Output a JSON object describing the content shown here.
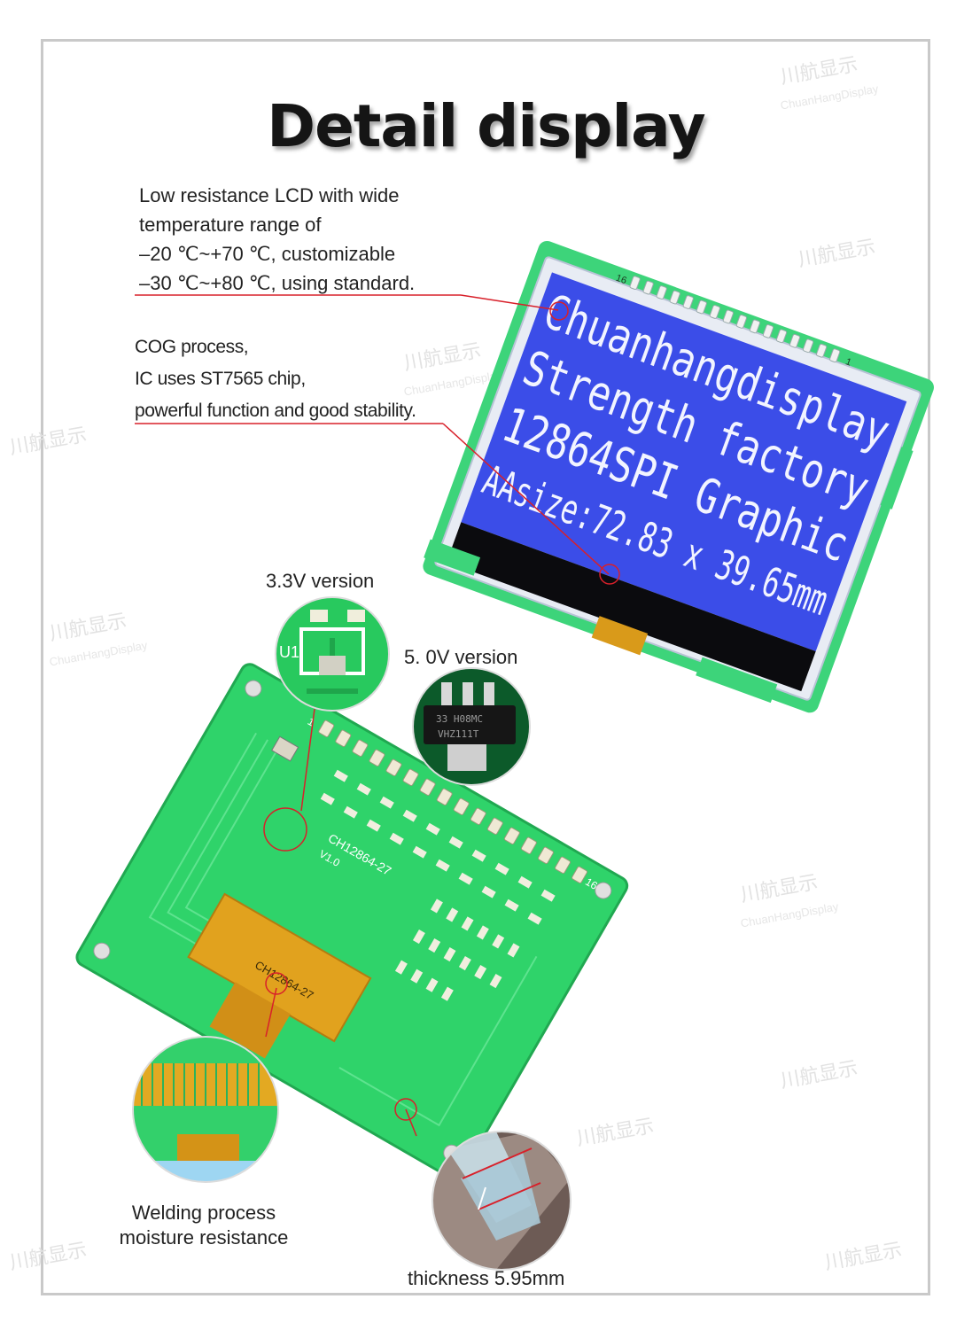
{
  "title": "Detail display",
  "callouts": {
    "lcd": {
      "lines": [
        "Low resistance LCD with wide",
        "temperature range of",
        "–20 ℃~+70 ℃, customizable",
        "–30 ℃~+80 ℃, using standard."
      ]
    },
    "cog": {
      "lines": [
        "COG process,",
        "IC uses ST7565 chip,",
        "powerful function and good stability."
      ]
    },
    "v33": "3.3V version",
    "v50": "5. 0V version",
    "welding": [
      "Welding process",
      "moisture resistance"
    ],
    "thickness": "thickness 5.95mm"
  },
  "lcd_screen": {
    "lines": [
      "Chuanhangdisplay",
      "Strength factory",
      "12864SPI Graphic",
      "AAsize:72.83 x 39.65mm"
    ],
    "pin_first": "16",
    "pin_last": "1"
  },
  "pcb": {
    "pin_first": "1",
    "pin_last": "16",
    "model": "CH12864-27",
    "version": "V1.0",
    "fpc_label": "CH12864-27",
    "chip_label": "U1",
    "ic_marking": [
      "33 H08MC",
      "VHZ111T"
    ]
  },
  "watermark": {
    "chinese": "川航显示",
    "english": "ChuanHangDisplay"
  },
  "colors": {
    "lcd_blue": "#3b4de8",
    "pcb_green": "#2fd36a",
    "leader_red": "#d8202a",
    "fpc_orange": "#e1a21e"
  }
}
